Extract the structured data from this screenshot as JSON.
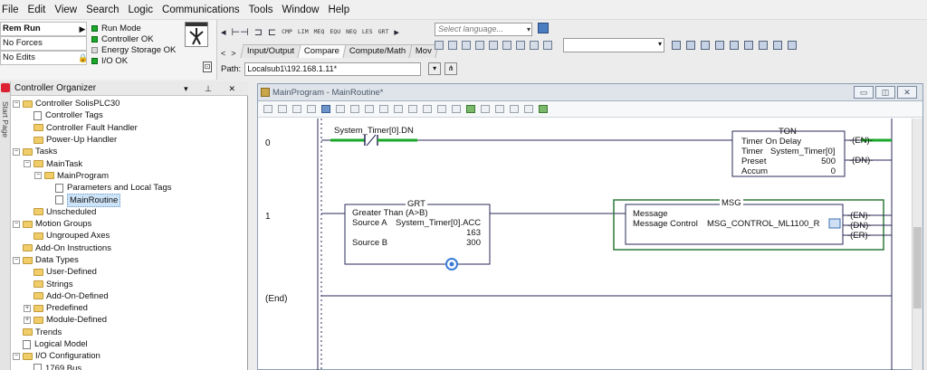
{
  "menu": [
    "File",
    "Edit",
    "View",
    "Search",
    "Logic",
    "Communications",
    "Tools",
    "Window",
    "Help"
  ],
  "status": {
    "mode_rows": [
      "Rem Run",
      "No Forces",
      "No Edits"
    ],
    "indicators": [
      {
        "label": "Run Mode",
        "state": "green"
      },
      {
        "label": "Controller OK",
        "state": "green"
      },
      {
        "label": "Energy Storage OK",
        "state": "grey"
      },
      {
        "label": "I/O OK",
        "state": "green"
      }
    ]
  },
  "instruction_bar": [
    "CMP",
    "LIM",
    "MEQ",
    "EQU",
    "NEQ",
    "LES",
    "GRT"
  ],
  "instruction_tabs": [
    "Input/Output",
    "Compare",
    "Compute/Math",
    "Mov"
  ],
  "path": {
    "label": "Path:",
    "value": "Localsub1\\192.168.1.11*"
  },
  "language_placeholder": "Select language...",
  "organizer": {
    "title": "Controller Organizer",
    "start_page": "Start Page",
    "tree": [
      {
        "label": "Controller SolisPLC30",
        "level": 0,
        "exp": "-",
        "icon": "fold"
      },
      {
        "label": "Controller Tags",
        "level": 1,
        "exp": "",
        "icon": "doc"
      },
      {
        "label": "Controller Fault Handler",
        "level": 1,
        "exp": "",
        "icon": "fold"
      },
      {
        "label": "Power-Up Handler",
        "level": 1,
        "exp": "",
        "icon": "fold"
      },
      {
        "label": "Tasks",
        "level": 0,
        "exp": "-",
        "icon": "fold"
      },
      {
        "label": "MainTask",
        "level": 1,
        "exp": "-",
        "icon": "fold"
      },
      {
        "label": "MainProgram",
        "level": 2,
        "exp": "-",
        "icon": "fold"
      },
      {
        "label": "Parameters and Local Tags",
        "level": 3,
        "exp": "",
        "icon": "doc"
      },
      {
        "label": "MainRoutine",
        "level": 3,
        "exp": "",
        "icon": "doc",
        "selected": true
      },
      {
        "label": "Unscheduled",
        "level": 1,
        "exp": "",
        "icon": "fold"
      },
      {
        "label": "Motion Groups",
        "level": 0,
        "exp": "-",
        "icon": "fold"
      },
      {
        "label": "Ungrouped Axes",
        "level": 1,
        "exp": "",
        "icon": "fold"
      },
      {
        "label": "Add-On Instructions",
        "level": 0,
        "exp": "",
        "icon": "fold"
      },
      {
        "label": "Data Types",
        "level": 0,
        "exp": "-",
        "icon": "fold"
      },
      {
        "label": "User-Defined",
        "level": 1,
        "exp": "",
        "icon": "fold"
      },
      {
        "label": "Strings",
        "level": 1,
        "exp": "",
        "icon": "fold"
      },
      {
        "label": "Add-On-Defined",
        "level": 1,
        "exp": "",
        "icon": "fold"
      },
      {
        "label": "Predefined",
        "level": 1,
        "exp": "+",
        "icon": "fold"
      },
      {
        "label": "Module-Defined",
        "level": 1,
        "exp": "+",
        "icon": "fold"
      },
      {
        "label": "Trends",
        "level": 0,
        "exp": "",
        "icon": "fold"
      },
      {
        "label": "Logical Model",
        "level": 0,
        "exp": "",
        "icon": "doc"
      },
      {
        "label": "I/O Configuration",
        "level": 0,
        "exp": "-",
        "icon": "fold"
      },
      {
        "label": "1769 Bus",
        "level": 1,
        "exp": "",
        "icon": "doc"
      }
    ]
  },
  "routine": {
    "title": "MainProgram - MainRoutine*",
    "rungs": [
      "0",
      "1",
      "(End)"
    ],
    "rung0": {
      "contact_tag": "System_Timer[0].DN",
      "ton": {
        "name": "TON",
        "subtitle": "Timer On Delay",
        "timer_label": "Timer",
        "timer_tag": "System_Timer[0]",
        "preset_label": "Preset",
        "preset_value": "500",
        "accum_label": "Accum",
        "accum_value": "0",
        "outputs": [
          "EN",
          "DN"
        ]
      }
    },
    "rung1": {
      "grt": {
        "name": "GRT",
        "subtitle": "Greater Than (A>B)",
        "srca_label": "Source A",
        "srca_tag": "System_Timer[0].ACC",
        "srca_value": "163",
        "srcb_label": "Source B",
        "srcb_value": "300"
      },
      "msg": {
        "name": "MSG",
        "subtitle": "Message",
        "ctrl_label": "Message Control",
        "ctrl_tag": "MSG_CONTROL_ML1100_R",
        "outputs": [
          "EN",
          "DN",
          "ER"
        ]
      }
    }
  },
  "colors": {
    "energized": "#1aa72a",
    "rail": "#2a2a5a",
    "msg_border": "#2e7a3a"
  }
}
